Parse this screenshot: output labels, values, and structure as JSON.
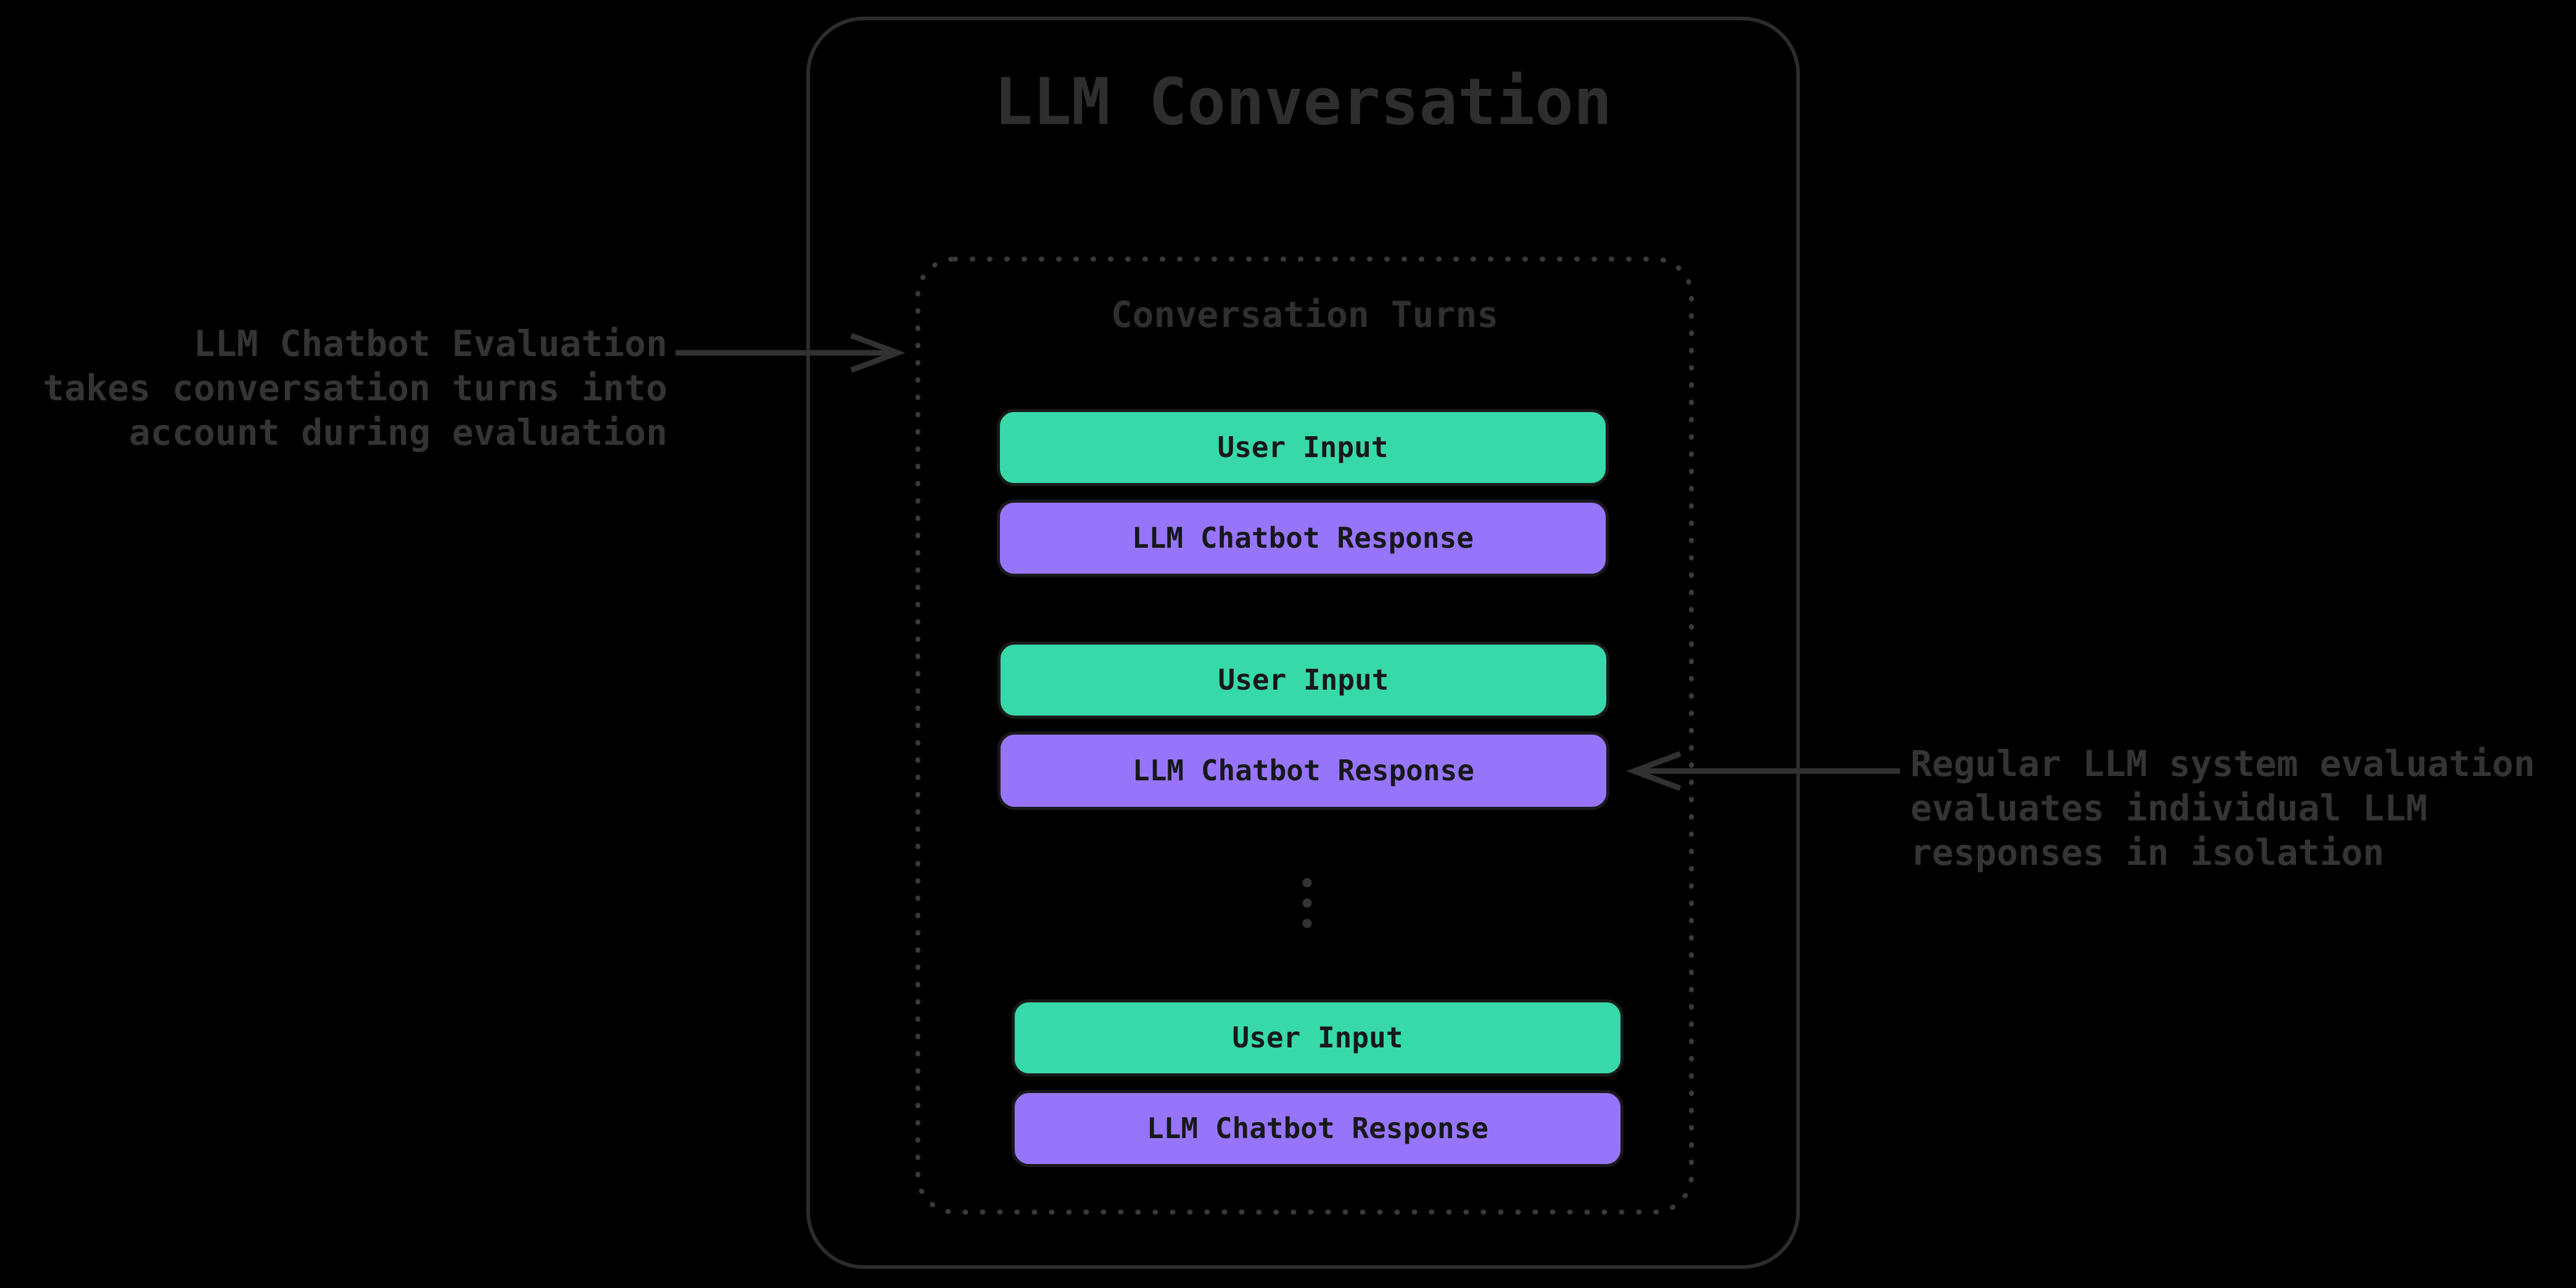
{
  "diagram": {
    "title": "LLM Conversation",
    "turns_group": {
      "label": "Conversation Turns",
      "turns": [
        {
          "user_input": "User Input",
          "chatbot_response": "LLM Chatbot Response"
        },
        {
          "user_input": "User Input",
          "chatbot_response": "LLM Chatbot Response"
        },
        {
          "user_input": "User Input",
          "chatbot_response": "LLM Chatbot Response"
        }
      ]
    },
    "annotations": {
      "left": {
        "lines": [
          "LLM Chatbot Evaluation",
          "takes conversation turns into",
          "account during evaluation"
        ]
      },
      "right": {
        "lines": [
          "Regular LLM system evaluation",
          "evaluates individual LLM",
          "responses in isolation"
        ]
      }
    },
    "icons": {
      "more_turns_indicator": "vertical-ellipsis-dots"
    },
    "colors": {
      "background": "#000000",
      "user_input_box": "#38d9a9",
      "chatbot_response_box": "#9775fa",
      "box_text": "#17181a",
      "muted_outline": "#2c2c2c",
      "dotted_outline": "#3a3a3a",
      "muted_text": "#343434"
    }
  }
}
